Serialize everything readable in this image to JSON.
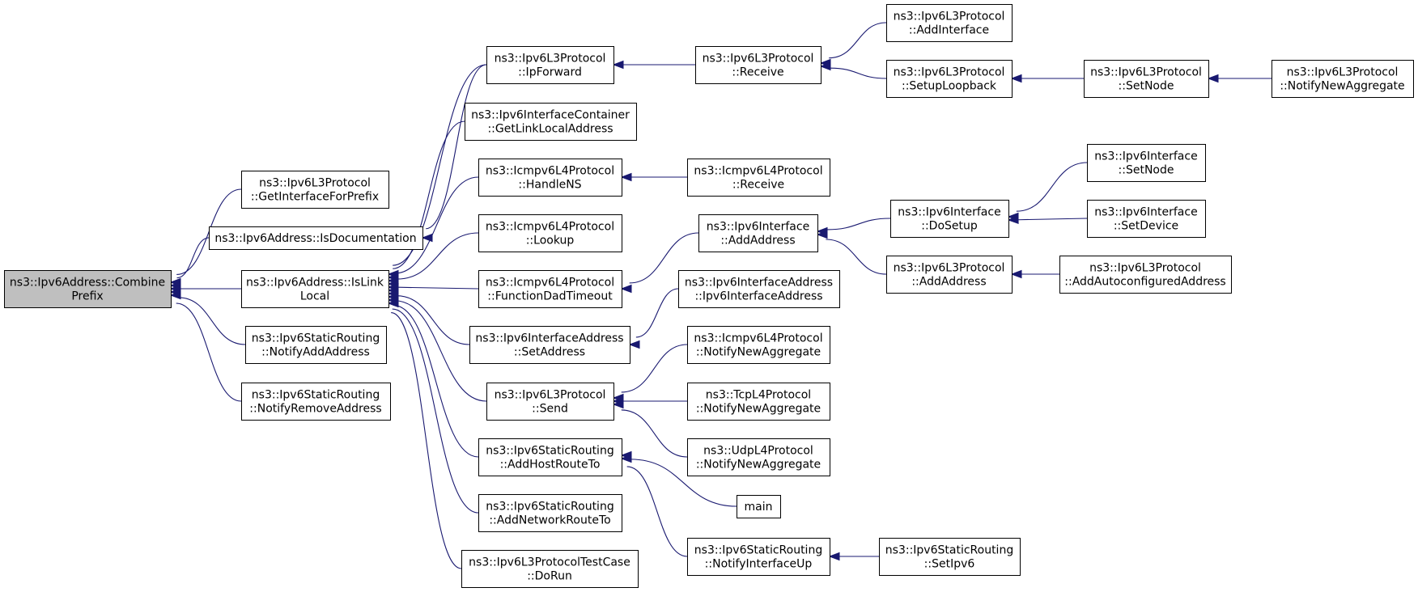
{
  "nodes": [
    {
      "id": "combine_prefix",
      "lines": [
        "ns3::Ipv6Address::Combine",
        "Prefix"
      ],
      "root": true
    },
    {
      "id": "get_interface_for_prefix",
      "lines": [
        "ns3::Ipv6L3Protocol",
        "::GetInterfaceForPrefix"
      ]
    },
    {
      "id": "is_documentation",
      "lines": [
        "ns3::Ipv6Address::IsDocumentation"
      ]
    },
    {
      "id": "is_link_local",
      "lines": [
        "ns3::Ipv6Address::IsLink",
        "Local"
      ]
    },
    {
      "id": "static_notify_add_address",
      "lines": [
        "ns3::Ipv6StaticRouting",
        "::NotifyAddAddress"
      ]
    },
    {
      "id": "static_notify_remove_address",
      "lines": [
        "ns3::Ipv6StaticRouting",
        "::NotifyRemoveAddress"
      ]
    },
    {
      "id": "l3_ip_forward",
      "lines": [
        "ns3::Ipv6L3Protocol",
        "::IpForward"
      ]
    },
    {
      "id": "container_get_link_local",
      "lines": [
        "ns3::Ipv6InterfaceContainer",
        "::GetLinkLocalAddress"
      ]
    },
    {
      "id": "icmp_handle_ns",
      "lines": [
        "ns3::Icmpv6L4Protocol",
        "::HandleNS"
      ]
    },
    {
      "id": "icmp_lookup",
      "lines": [
        "ns3::Icmpv6L4Protocol",
        "::Lookup"
      ]
    },
    {
      "id": "icmp_function_dad_timeout",
      "lines": [
        "ns3::Icmpv6L4Protocol",
        "::FunctionDadTimeout"
      ]
    },
    {
      "id": "iface_addr_set_address",
      "lines": [
        "ns3::Ipv6InterfaceAddress",
        "::SetAddress"
      ]
    },
    {
      "id": "l3_send",
      "lines": [
        "ns3::Ipv6L3Protocol",
        "::Send"
      ]
    },
    {
      "id": "static_add_host_route_to",
      "lines": [
        "ns3::Ipv6StaticRouting",
        "::AddHostRouteTo"
      ]
    },
    {
      "id": "static_add_network_route_to",
      "lines": [
        "ns3::Ipv6StaticRouting",
        "::AddNetworkRouteTo"
      ]
    },
    {
      "id": "l3_test_case_do_run",
      "lines": [
        "ns3::Ipv6L3ProtocolTestCase",
        "::DoRun"
      ]
    },
    {
      "id": "l3_receive",
      "lines": [
        "ns3::Ipv6L3Protocol",
        "::Receive"
      ]
    },
    {
      "id": "icmp_receive",
      "lines": [
        "ns3::Icmpv6L4Protocol",
        "::Receive"
      ]
    },
    {
      "id": "iface_add_address",
      "lines": [
        "ns3::Ipv6Interface",
        "::AddAddress"
      ]
    },
    {
      "id": "iface_addr_ctor",
      "lines": [
        "ns3::Ipv6InterfaceAddress",
        "::Ipv6InterfaceAddress"
      ]
    },
    {
      "id": "icmp_notify_new_aggregate",
      "lines": [
        "ns3::Icmpv6L4Protocol",
        "::NotifyNewAggregate"
      ]
    },
    {
      "id": "tcp_notify_new_aggregate",
      "lines": [
        "ns3::TcpL4Protocol",
        "::NotifyNewAggregate"
      ]
    },
    {
      "id": "udp_notify_new_aggregate",
      "lines": [
        "ns3::UdpL4Protocol",
        "::NotifyNewAggregate"
      ]
    },
    {
      "id": "main",
      "lines": [
        "main"
      ]
    },
    {
      "id": "static_notify_interface_up",
      "lines": [
        "ns3::Ipv6StaticRouting",
        "::NotifyInterfaceUp"
      ]
    },
    {
      "id": "l3_add_interface",
      "lines": [
        "ns3::Ipv6L3Protocol",
        "::AddInterface"
      ]
    },
    {
      "id": "l3_setup_loopback",
      "lines": [
        "ns3::Ipv6L3Protocol",
        "::SetupLoopback"
      ]
    },
    {
      "id": "iface_do_setup",
      "lines": [
        "ns3::Ipv6Interface",
        "::DoSetup"
      ]
    },
    {
      "id": "l3_add_address",
      "lines": [
        "ns3::Ipv6L3Protocol",
        "::AddAddress"
      ]
    },
    {
      "id": "static_set_ipv6",
      "lines": [
        "ns3::Ipv6StaticRouting",
        "::SetIpv6"
      ]
    },
    {
      "id": "l3_set_node",
      "lines": [
        "ns3::Ipv6L3Protocol",
        "::SetNode"
      ]
    },
    {
      "id": "iface_set_node",
      "lines": [
        "ns3::Ipv6Interface",
        "::SetNode"
      ]
    },
    {
      "id": "iface_set_device",
      "lines": [
        "ns3::Ipv6Interface",
        "::SetDevice"
      ]
    },
    {
      "id": "l3_add_autoconfigured_address",
      "lines": [
        "ns3::Ipv6L3Protocol",
        "::AddAutoconfiguredAddress"
      ]
    },
    {
      "id": "l3_notify_new_aggregate",
      "lines": [
        "ns3::Ipv6L3Protocol",
        "::NotifyNewAggregate"
      ]
    }
  ],
  "edges": [
    {
      "from": "get_interface_for_prefix",
      "to": "combine_prefix"
    },
    {
      "from": "is_documentation",
      "to": "combine_prefix"
    },
    {
      "from": "is_link_local",
      "to": "combine_prefix"
    },
    {
      "from": "static_notify_add_address",
      "to": "combine_prefix"
    },
    {
      "from": "static_notify_remove_address",
      "to": "combine_prefix"
    },
    {
      "from": "l3_ip_forward",
      "to": "is_documentation"
    },
    {
      "from": "l3_ip_forward",
      "to": "is_link_local"
    },
    {
      "from": "container_get_link_local",
      "to": "is_link_local"
    },
    {
      "from": "icmp_handle_ns",
      "to": "is_link_local"
    },
    {
      "from": "icmp_lookup",
      "to": "is_link_local"
    },
    {
      "from": "icmp_function_dad_timeout",
      "to": "is_link_local"
    },
    {
      "from": "iface_addr_set_address",
      "to": "is_link_local"
    },
    {
      "from": "l3_send",
      "to": "is_link_local"
    },
    {
      "from": "static_add_host_route_to",
      "to": "is_link_local"
    },
    {
      "from": "static_add_network_route_to",
      "to": "is_link_local"
    },
    {
      "from": "l3_test_case_do_run",
      "to": "is_link_local"
    },
    {
      "from": "l3_receive",
      "to": "l3_ip_forward"
    },
    {
      "from": "icmp_receive",
      "to": "icmp_handle_ns"
    },
    {
      "from": "iface_add_address",
      "to": "icmp_function_dad_timeout"
    },
    {
      "from": "iface_addr_ctor",
      "to": "iface_addr_set_address"
    },
    {
      "from": "icmp_notify_new_aggregate",
      "to": "l3_send"
    },
    {
      "from": "tcp_notify_new_aggregate",
      "to": "l3_send"
    },
    {
      "from": "udp_notify_new_aggregate",
      "to": "l3_send"
    },
    {
      "from": "main",
      "to": "static_add_host_route_to"
    },
    {
      "from": "static_notify_interface_up",
      "to": "static_add_host_route_to"
    },
    {
      "from": "l3_add_interface",
      "to": "l3_receive"
    },
    {
      "from": "l3_setup_loopback",
      "to": "l3_receive"
    },
    {
      "from": "iface_do_setup",
      "to": "iface_add_address"
    },
    {
      "from": "l3_add_address",
      "to": "iface_add_address"
    },
    {
      "from": "static_set_ipv6",
      "to": "static_notify_interface_up"
    },
    {
      "from": "l3_set_node",
      "to": "l3_setup_loopback"
    },
    {
      "from": "iface_set_node",
      "to": "iface_do_setup"
    },
    {
      "from": "iface_set_device",
      "to": "iface_do_setup"
    },
    {
      "from": "l3_add_autoconfigured_address",
      "to": "l3_add_address"
    },
    {
      "from": "l3_notify_new_aggregate",
      "to": "l3_set_node"
    }
  ]
}
